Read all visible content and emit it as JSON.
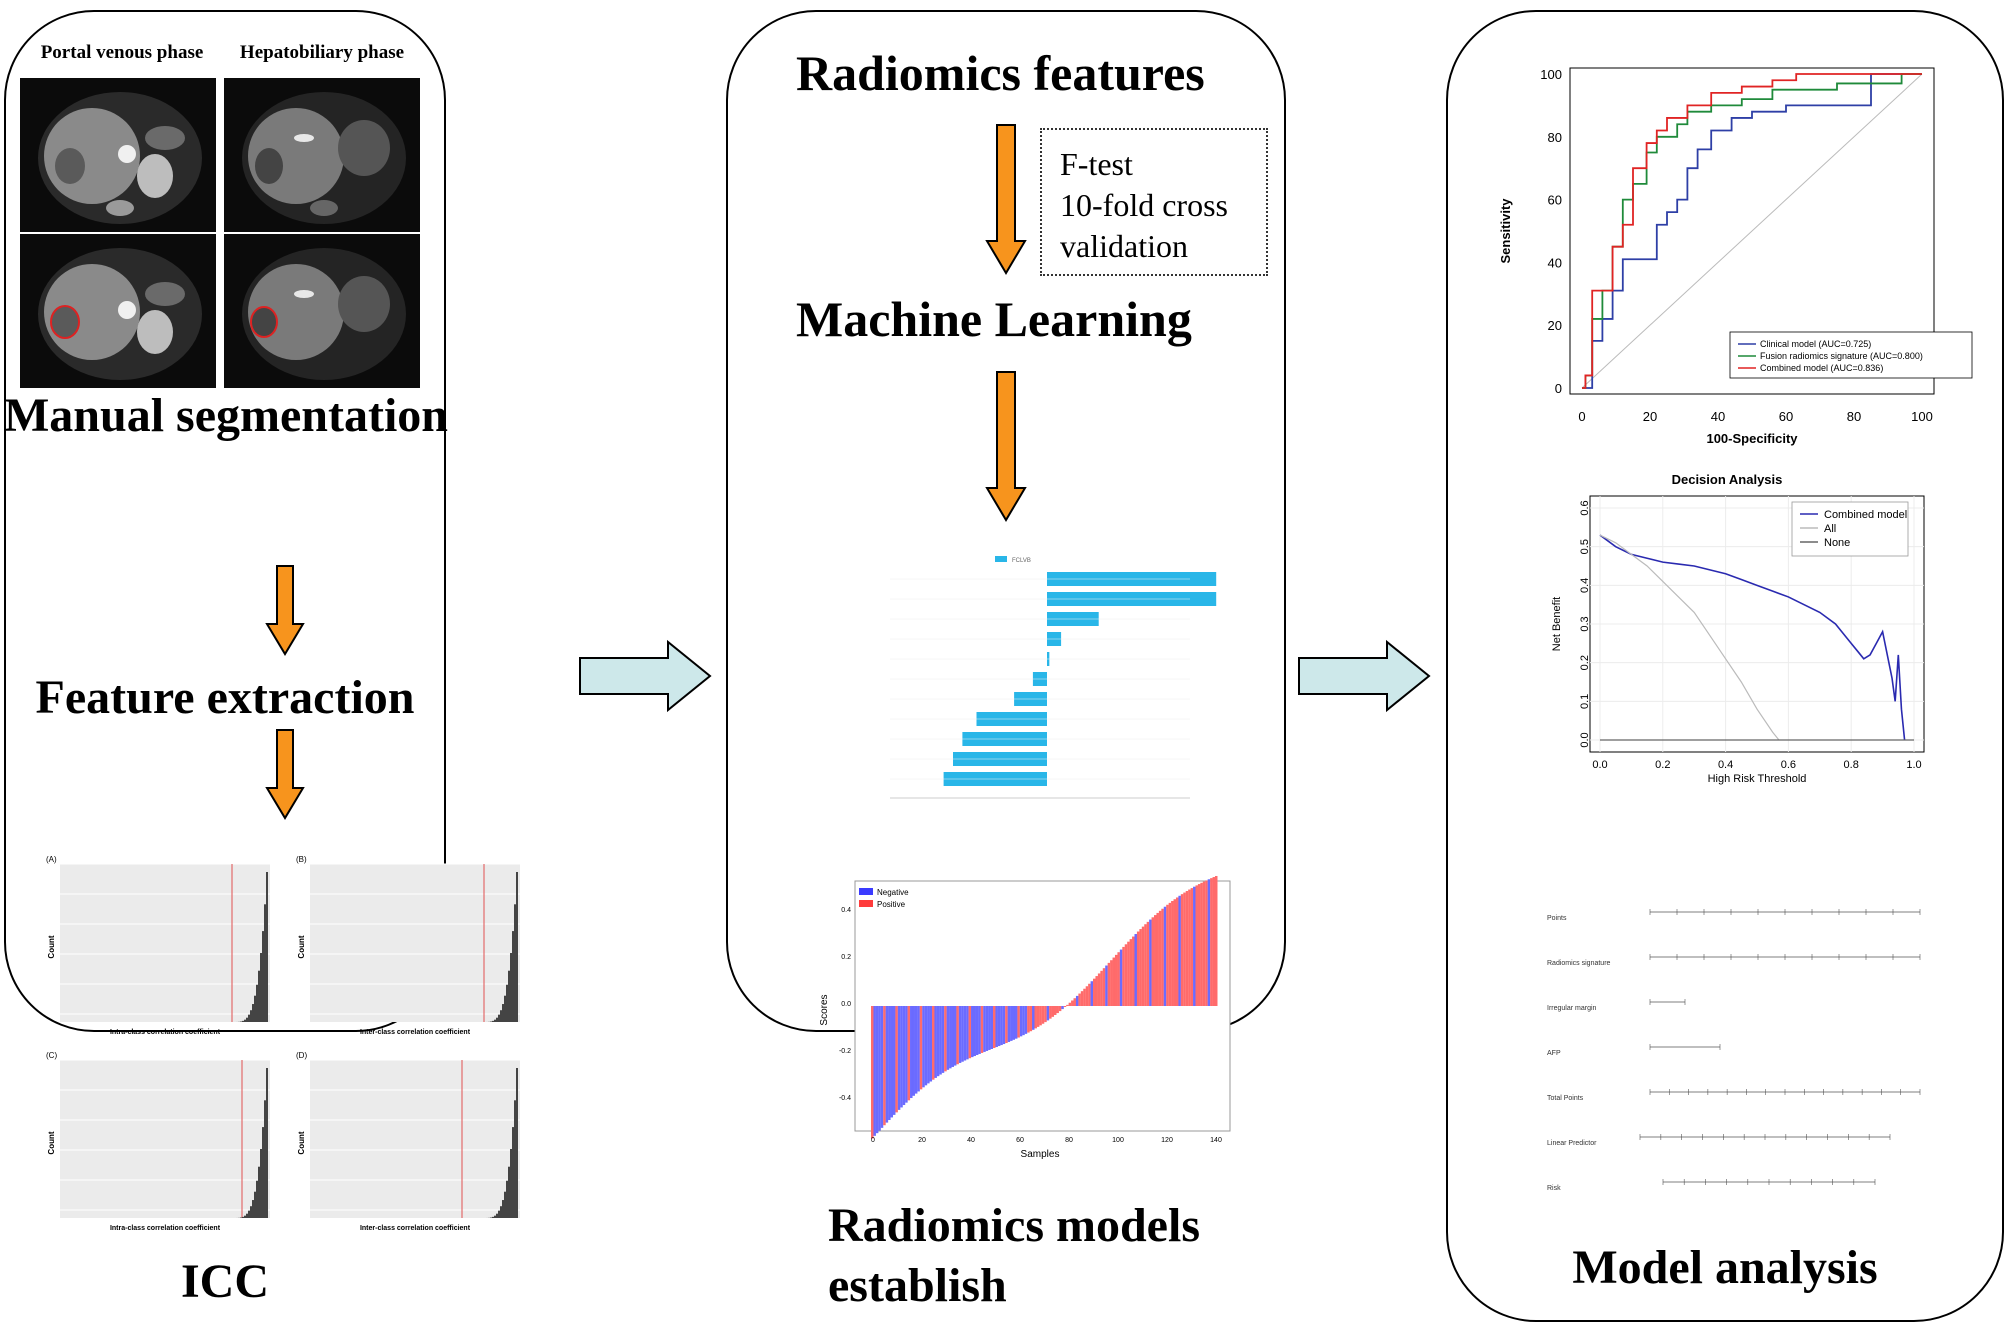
{
  "panel1": {
    "col1_label": "Portal venous phase",
    "col2_label": "Hepatobiliary phase",
    "step1": "Manual segmentation",
    "step2": "Feature extraction",
    "step3": "ICC",
    "icc_plots": [
      {
        "tag": "(A)",
        "xlabel": "Intra-class correlation coefficient",
        "ylabel": "Count"
      },
      {
        "tag": "(B)",
        "xlabel": "Inter-class correlation coefficient",
        "ylabel": "Count"
      },
      {
        "tag": "(C)",
        "xlabel": "Intra-class correlation coefficient",
        "ylabel": "Count"
      },
      {
        "tag": "(D)",
        "xlabel": "Inter-class correlation coefficient",
        "ylabel": "Count"
      }
    ]
  },
  "panel2": {
    "step1": "Radiomics features",
    "method_box": [
      "F-test",
      "10-fold cross",
      "validation"
    ],
    "step2": "Machine Learning",
    "step3_line1": "Radiomics models",
    "step3_line2": "establish",
    "coef_legend": "FCLVB",
    "score_legend": [
      "Negative",
      "Positive"
    ],
    "score_xlabel": "Samples",
    "score_ylabel": "Scores",
    "score_yticks": [
      "0.4",
      "0.2",
      "0.0",
      "-0.2",
      "-0.4"
    ],
    "score_xticks": [
      "0",
      "20",
      "40",
      "60",
      "80",
      "100",
      "120",
      "140"
    ]
  },
  "panel3": {
    "roc": {
      "xlabel": "100-Specificity",
      "ylabel": "Sensitivity",
      "ticks": [
        "0",
        "20",
        "40",
        "60",
        "80",
        "100"
      ],
      "legend": [
        "Clinical model (AUC=0.725)",
        "Fusion radiomics signature (AUC=0.800)",
        "Combined model (AUC=0.836)"
      ]
    },
    "dca": {
      "title": "Decision Analysis",
      "xlabel": "High Risk Threshold",
      "ylabel": "Net Benefit",
      "xticks": [
        "0.0",
        "0.2",
        "0.4",
        "0.6",
        "0.8",
        "1.0"
      ],
      "yticks": [
        "0.6",
        "0.5",
        "0.4",
        "0.3",
        "0.2",
        "0.1",
        "0.0"
      ],
      "legend": [
        "Combined model",
        "All",
        "None"
      ]
    },
    "nomogram_rows": [
      "Points",
      "Radiomics signature",
      "Irregular margin",
      "AFP",
      "Total Points",
      "Linear Predictor",
      "Risk"
    ],
    "step": "Model analysis"
  },
  "colors": {
    "arrow_orange": "#f7941d",
    "arrow_outline": "#000000",
    "flow_arrow_fill": "#cde8ea",
    "bar_blue": "#29b6e8",
    "roc_clinical": "#2e3fa6",
    "roc_fusion": "#1f8a3a",
    "roc_combined": "#e02424",
    "negative": "#3b3bff",
    "positive": "#ff3b3b"
  },
  "chart_data": [
    {
      "type": "line",
      "title": "",
      "xlabel": "100-Specificity",
      "ylabel": "Sensitivity",
      "xlim": [
        0,
        100
      ],
      "ylim": [
        0,
        100
      ],
      "series": [
        {
          "name": "Clinical model (AUC=0.725)",
          "x": [
            0,
            3,
            3,
            6,
            6,
            9,
            9,
            12,
            12,
            22,
            22,
            25,
            25,
            28,
            28,
            31,
            31,
            34,
            34,
            38,
            38,
            44,
            44,
            50,
            50,
            60,
            60,
            85,
            85,
            100
          ],
          "y": [
            0,
            0,
            15,
            15,
            22,
            22,
            31,
            31,
            41,
            41,
            52,
            52,
            56,
            56,
            60,
            60,
            70,
            70,
            76,
            76,
            82,
            82,
            86,
            86,
            88,
            88,
            90,
            90,
            100,
            100
          ]
        },
        {
          "name": "Fusion radiomics signature (AUC=0.800)",
          "x": [
            0,
            1,
            1,
            3,
            3,
            6,
            6,
            9,
            9,
            12,
            12,
            15,
            15,
            19,
            19,
            22,
            22,
            28,
            28,
            31,
            31,
            38,
            38,
            47,
            47,
            56,
            56,
            75,
            75,
            94,
            94,
            100
          ],
          "y": [
            0,
            0,
            4,
            4,
            22,
            22,
            31,
            31,
            45,
            45,
            60,
            60,
            65,
            65,
            75,
            75,
            80,
            80,
            84,
            84,
            88,
            88,
            90,
            90,
            92,
            92,
            95,
            95,
            97,
            97,
            100,
            100
          ]
        },
        {
          "name": "Combined model (AUC=0.836)",
          "x": [
            0,
            1,
            1,
            3,
            3,
            9,
            9,
            12,
            12,
            15,
            15,
            19,
            19,
            22,
            22,
            25,
            25,
            31,
            31,
            38,
            38,
            47,
            47,
            56,
            56,
            63,
            63,
            100
          ],
          "y": [
            0,
            0,
            4,
            4,
            31,
            31,
            45,
            45,
            52,
            52,
            70,
            70,
            78,
            78,
            82,
            82,
            86,
            86,
            90,
            90,
            94,
            94,
            96,
            96,
            98,
            98,
            100,
            100
          ]
        }
      ]
    },
    {
      "type": "line",
      "title": "Decision Analysis",
      "xlabel": "High Risk Threshold",
      "ylabel": "Net Benefit",
      "xlim": [
        0,
        1
      ],
      "ylim": [
        0,
        0.6
      ],
      "series": [
        {
          "name": "Combined model",
          "x": [
            0.0,
            0.05,
            0.1,
            0.15,
            0.2,
            0.25,
            0.3,
            0.35,
            0.4,
            0.45,
            0.5,
            0.55,
            0.6,
            0.65,
            0.7,
            0.75,
            0.78,
            0.8,
            0.82,
            0.84,
            0.86,
            0.88,
            0.9,
            0.92,
            0.93,
            0.94,
            0.95,
            0.96,
            0.97
          ],
          "y": [
            0.53,
            0.5,
            0.48,
            0.47,
            0.46,
            0.455,
            0.45,
            0.44,
            0.43,
            0.415,
            0.4,
            0.385,
            0.37,
            0.35,
            0.33,
            0.3,
            0.27,
            0.25,
            0.23,
            0.21,
            0.22,
            0.25,
            0.28,
            0.2,
            0.16,
            0.1,
            0.22,
            0.08,
            0.0
          ]
        },
        {
          "name": "All",
          "x": [
            0.0,
            0.05,
            0.1,
            0.15,
            0.2,
            0.25,
            0.3,
            0.35,
            0.4,
            0.45,
            0.5,
            0.55,
            0.57
          ],
          "y": [
            0.53,
            0.51,
            0.48,
            0.45,
            0.41,
            0.37,
            0.33,
            0.27,
            0.21,
            0.15,
            0.08,
            0.02,
            0.0
          ]
        },
        {
          "name": "None",
          "x": [
            0.0,
            1.0
          ],
          "y": [
            0.0,
            0.0
          ]
        }
      ]
    }
  ]
}
